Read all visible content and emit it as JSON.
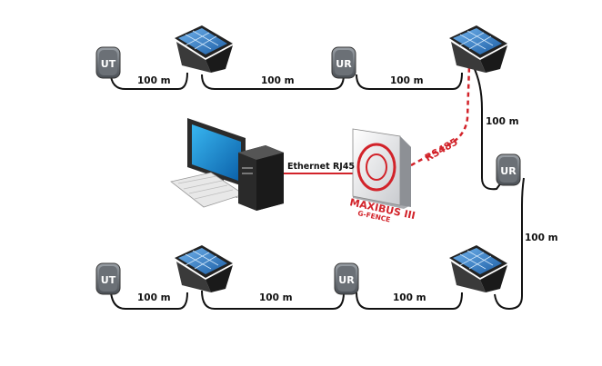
{
  "labels": {
    "top_seg1": "100 m",
    "top_seg2": "100 m",
    "top_seg3": "100 m",
    "right_seg_upper": "100 m",
    "right_seg_lower": "100 m",
    "bot_seg1": "100 m",
    "bot_seg2": "100 m",
    "bot_seg3": "100 m",
    "ethernet": "Ethernet RJ45",
    "rs485": "RS485",
    "controller_name": "MAXIBUS III",
    "controller_sub": "G-FENCE"
  },
  "nodes": {
    "top_left": "UT",
    "top_mid": "UR",
    "right_mid": "UR",
    "bot_left": "UT",
    "bot_mid": "UR"
  },
  "colors": {
    "cable": "#111111",
    "ethernet_cable": "#d2232a",
    "rs485_dashed": "#d2232a",
    "brand_red": "#d2232a",
    "panel_blue": "#2f78c4",
    "screen_blue": "#1f8fd6"
  }
}
